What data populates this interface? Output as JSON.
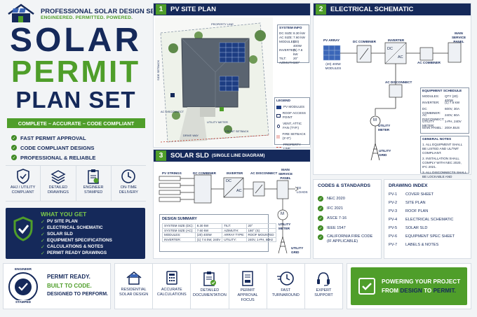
{
  "brand": {
    "company": "PROFESSIONAL SOLAR DESIGN SERVICES",
    "tagline": "ENGINEERED. PERMITTED. POWERED."
  },
  "hero": {
    "line1": "SOLAR",
    "line2": "PERMIT",
    "line3": "PLAN SET",
    "ribbon": "COMPLETE – ACCURATE – CODE COMPLIANT",
    "bullets": [
      "FAST PERMIT APPROVAL",
      "CODE COMPLIANT DESIGNS",
      "PROFESSIONAL & RELIABLE"
    ]
  },
  "badges": [
    {
      "icon": "shield-check-icon",
      "label": "AHJ / UTILITY COMPLIANT"
    },
    {
      "icon": "layers-icon",
      "label": "DETAILED DRAWINGS"
    },
    {
      "icon": "clipboard-icon",
      "label": "ENGINEER STAMPED"
    },
    {
      "icon": "clock-icon",
      "label": "ON-TIME DELIVERY"
    }
  ],
  "what_you_get": {
    "title": "WHAT YOU GET",
    "items": [
      "PV SITE PLAN",
      "ELECTRICAL SCHEMATIC",
      "SOLAR SLD",
      "EQUIPMENT SPECIFICATIONS",
      "CALCULATIONS & NOTES",
      "PERMIT READY DRAWINGS"
    ]
  },
  "site_plan": {
    "number": "1",
    "title": "PV SITE PLAN",
    "labels": {
      "property_line": "PROPERTY LINE",
      "side_setback": "SIDE SETBACK",
      "ac_disconnect": "AC DISCONNECT",
      "front_setback": "FRONT SETBACK",
      "driveway": "DRIVE WAY",
      "utility_meter": "UTILITY METER"
    },
    "system_info": {
      "title": "SYSTEM INFO",
      "rows": [
        [
          "DC SIZE:",
          "8.30 kW"
        ],
        [
          "AC SIZE:",
          "7.60 kW"
        ],
        [
          "MODULES:",
          "(20) 400W"
        ],
        [
          "INVERTER:",
          "(1) 7.6 kW"
        ],
        [
          "TILT:",
          "20°"
        ],
        [
          "AZIMUTH:",
          "180°"
        ]
      ]
    },
    "legend": {
      "title": "LEGEND",
      "items": [
        "PV MODULES",
        "ROOF ACCESS POINT",
        "VENT, ATTIC FAN (TYP.)",
        "FIRE SETBACK (3'-0\")",
        "PROPERTY LINE"
      ]
    }
  },
  "schematic": {
    "number": "2",
    "title": "ELECTRICAL SCHEMATIC",
    "blocks": {
      "pv_array": "PV ARRAY",
      "modules": "(20) 400W MODULES",
      "dc_combiner": "DC COMBINER",
      "inverter": "INVERTER",
      "main_panel": "MAIN SERVICE PANEL",
      "ac_combiner": "AC COMBINER",
      "ac_disconnect": "AC DISCONNECT",
      "utility_meter": "UTILITY METER",
      "utility_grid": "UTILITY GRID",
      "inv_dc": "DC",
      "inv_ac": "AC",
      "meter": "M"
    },
    "equipment": {
      "title": "EQUIPMENT SCHEDULE",
      "rows": [
        [
          "MODULES:",
          "QTY (20) 400W"
        ],
        [
          "INVERTER:",
          "(1) 7.6 kW"
        ],
        [
          "DC COMBINER:",
          "600V, 30A"
        ],
        [
          "AC DISCONNECT:",
          "240V, 60A"
        ],
        [
          "UTILITY METER:",
          "1-PH, 240V"
        ],
        [
          "MAIN PANEL:",
          "200A BUS"
        ]
      ]
    },
    "notes": {
      "title": "GENERAL NOTES",
      "items": [
        "1. ALL EQUIPMENT SHALL BE LISTED AND UL/TMT COMPLIANT.",
        "2. INSTALLATION SHALL COMPLY WITH NEC 2020, IFC 2021.",
        "3. ALL DISCONNECTS SHALL BE LOCKABLE AND ACCESSIBLE."
      ]
    }
  },
  "sld": {
    "number": "3",
    "title": "SOLAR SLD",
    "subtitle": "(SINGLE LINE DIAGRAM)",
    "blocks": {
      "pv_strings": "PV STRINGS",
      "dc_combiner": "DC COMBINER",
      "inverter": "INVERTER",
      "ac_disconnect": "AC DISCONNECT",
      "main_panel": "MAIN SERVICE PANEL",
      "to_loads": "TO LOADS",
      "utility_meter": "UTILITY METER",
      "utility_grid": "UTILITY GRID",
      "inv_dc": "DC",
      "inv_ac": "AC",
      "meter": "M"
    },
    "design_summary": {
      "title": "DESIGN SUMMARY",
      "rows": [
        [
          "SYSTEM SIZE (DC):",
          "8.30 kW",
          "TILT:",
          "20°"
        ],
        [
          "SYSTEM SIZE (AC):",
          "7.60 kW",
          "AZIMUTH:",
          "180° (S)"
        ],
        [
          "MODULES:",
          "(20) 400W",
          "ARRAY TYPE:",
          "ROOF MOUNTED"
        ],
        [
          "INVERTER:",
          "(1) 7.6 kW, 240V",
          "UTILITY:",
          "240V, 1-PH, 60Hz"
        ]
      ]
    }
  },
  "codes": {
    "title": "CODES & STANDARDS",
    "items": [
      "NEC 2020",
      "IFC 2021",
      "ASCE 7-16",
      "IEEE 1547",
      "CALIFORNIA FIRE CODE (IF APPLICABLE)"
    ]
  },
  "drawing_index": {
    "title": "DRAWING INDEX",
    "rows": [
      [
        "PV-1",
        "COVER SHEET"
      ],
      [
        "PV-2",
        "SITE PLAN"
      ],
      [
        "PV-3",
        "ROOF PLAN"
      ],
      [
        "PV-4",
        "ELECTRICAL SCHEMATIC"
      ],
      [
        "PV-5",
        "SOLAR SLD"
      ],
      [
        "PV-6",
        "EQUIPMENT SPEC SHEET"
      ],
      [
        "PV-7",
        "LABELS & NOTES"
      ]
    ]
  },
  "stamp": {
    "top": "ENGINEER",
    "bottom": "STAMPED",
    "line1": "PERMIT READY.",
    "line2": "BUILT TO CODE.",
    "line3": "DESIGNED TO PERFORM."
  },
  "features": [
    {
      "icon": "house-icon",
      "label": "RESIDENTIAL SOLAR DESIGN"
    },
    {
      "icon": "calculator-icon",
      "label": "ACCURATE CALCULATIONS"
    },
    {
      "icon": "document-check-icon",
      "label": "DETAILED DOCUMENTATION"
    },
    {
      "icon": "permit-icon",
      "label": "PERMIT APPROVAL FOCUS"
    },
    {
      "icon": "fast-clock-icon",
      "label": "FAST TURNAROUND"
    },
    {
      "icon": "headset-icon",
      "label": "EXPERT SUPPORT"
    }
  ],
  "cta": {
    "line1": "POWERING YOUR PROJECT",
    "from": "FROM",
    "design": "DESIGN",
    "to": "TO",
    "permit": "PERMIT."
  },
  "colors": {
    "navy": "#15295a",
    "green": "#4f9e2a",
    "panel": "#ffffff"
  }
}
